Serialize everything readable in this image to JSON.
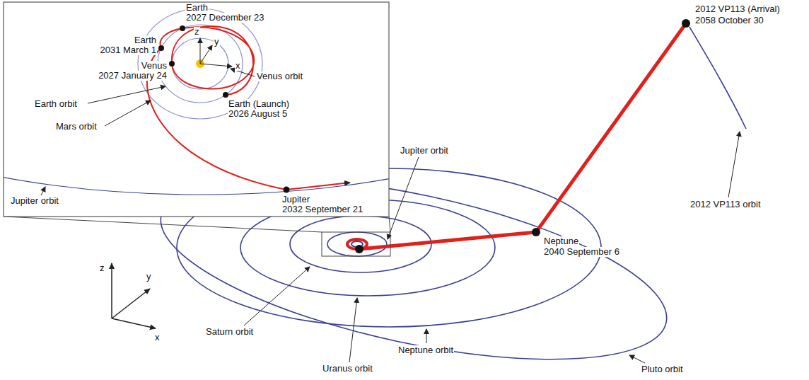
{
  "diagram": {
    "labels": [
      "Earth",
      "2027 December 23",
      "z",
      "y",
      "x",
      "Earth",
      "2031 March 1",
      "Venus",
      "2027 January 24",
      "Venus orbit",
      "Earth (Launch)",
      "2026 August 5",
      "Earth orbit",
      "Mars orbit",
      "Jupiter orbit",
      "Jupiter",
      "2032 September 21",
      "Jupiter orbit",
      "2012 VP113 (Arrival)",
      "2058 October 30",
      "Neptune",
      "2040 September 6",
      "2012 VP113 orbit",
      "z",
      "y",
      "x",
      "Saturn orbit",
      "Neptune orbit",
      "Uranus orbit",
      "Pluto orbit"
    ]
  }
}
